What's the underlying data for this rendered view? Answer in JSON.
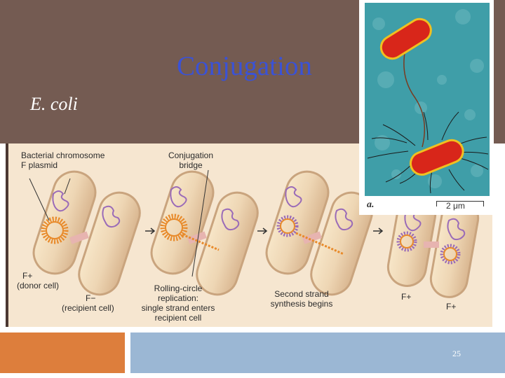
{
  "slide": {
    "title": "Conjugation",
    "subtitle": "E. coli",
    "page_number": "25"
  },
  "diagram": {
    "labels": {
      "bacterial_chromosome": "Bacterial chromosome",
      "f_plasmid": "F plasmid",
      "conjugation_bridge_line1": "Conjugation",
      "conjugation_bridge_line2": "bridge",
      "donor_plus": "F+",
      "donor_cell": "(donor cell)",
      "recipient_minus": "F−",
      "recipient_cell": "(recipient cell)",
      "rolling_line1": "Rolling-circle",
      "rolling_line2": "replication:",
      "rolling_line3": "single strand enters",
      "rolling_line4": "recipient cell",
      "second_line1": "Second strand",
      "second_line2": "synthesis begins",
      "result_left": "F+",
      "result_right": "F+"
    },
    "colors": {
      "cell_fill": "#eed6b4",
      "cell_outline": "#c9a47e",
      "plasmid": "#e88a2a",
      "plasmid_purple": "#9a6bb8",
      "chromosome": "#9a6bb8"
    }
  },
  "micrograph": {
    "panel_label": "a.",
    "scale": "2 μm",
    "colors": {
      "background": "#3f9ea8",
      "cell": "#d8261a",
      "cell_outline": "#f0c020",
      "pili": "#1a1a1a"
    }
  },
  "footer": {
    "colors": {
      "left": "#dd7e3c",
      "right": "#9bb7d4"
    }
  }
}
